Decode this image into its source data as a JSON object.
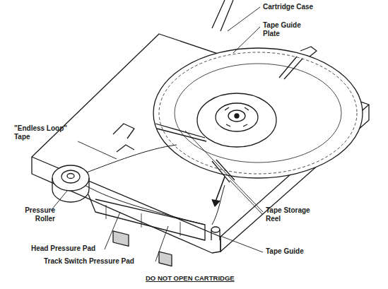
{
  "diagram": {
    "labels": [
      "Cartridge Case",
      "Tape Guide Plate",
      "\"Endless Loop\" Tape",
      "Pressure Roller",
      "Tape Storage Reel",
      "Head Pressure Pad",
      "Track Switch Pressure Pad",
      "Tape Guide",
      "DO NOT OPEN CARTRIDGE"
    ]
  }
}
